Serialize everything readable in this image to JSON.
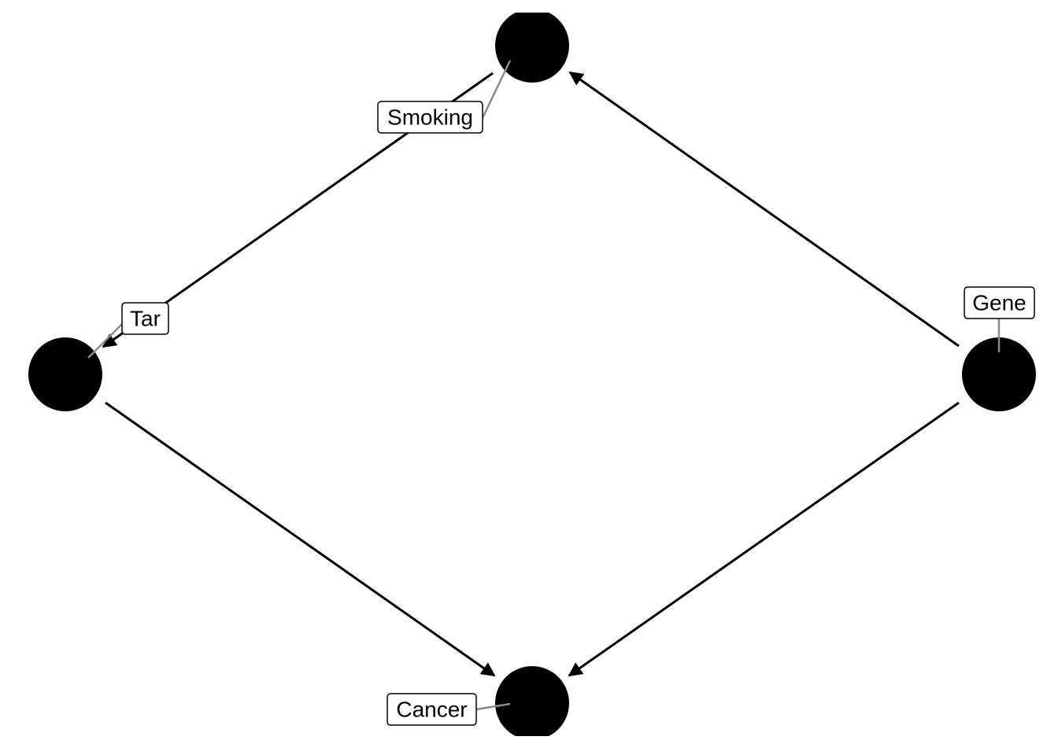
{
  "diagram": {
    "type": "directed-acyclic-graph",
    "nodes": [
      {
        "id": "smoking",
        "label": "Smoking"
      },
      {
        "id": "tar",
        "label": "Tar"
      },
      {
        "id": "gene",
        "label": "Gene"
      },
      {
        "id": "cancer",
        "label": "Cancer"
      }
    ],
    "edges": [
      {
        "from": "smoking",
        "to": "tar"
      },
      {
        "from": "gene",
        "to": "smoking"
      },
      {
        "from": "tar",
        "to": "cancer"
      },
      {
        "from": "gene",
        "to": "cancer"
      }
    ],
    "colors": {
      "node": "#000000",
      "edge": "#000000",
      "label_leader": "#8a8a8a",
      "label_box_border": "#000000",
      "label_box_fill": "#ffffff"
    }
  }
}
